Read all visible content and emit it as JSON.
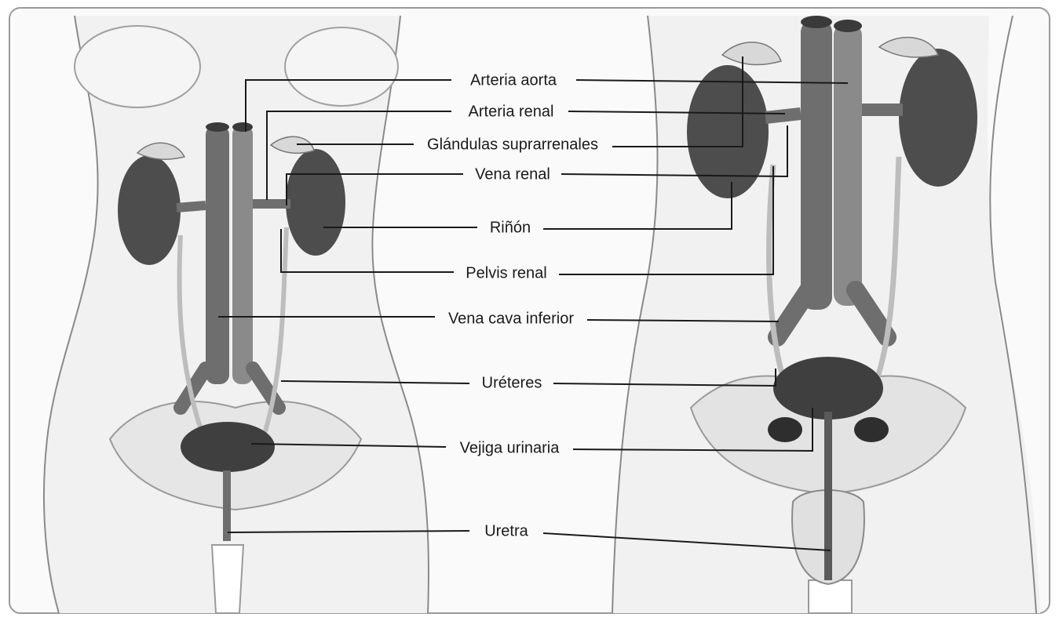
{
  "labels": [
    {
      "id": "arteria-aorta",
      "text": "Arteria aorta"
    },
    {
      "id": "arteria-renal",
      "text": "Arteria renal"
    },
    {
      "id": "glandulas-suprarrenales",
      "text": "Glándulas suprarrenales"
    },
    {
      "id": "vena-renal",
      "text": "Vena renal"
    },
    {
      "id": "rinon",
      "text": "Riñón"
    },
    {
      "id": "pelvis-renal",
      "text": "Pelvis renal"
    },
    {
      "id": "vena-cava-inferior",
      "text": "Vena cava inferior"
    },
    {
      "id": "ureteres",
      "text": "Uréteres"
    },
    {
      "id": "vejiga-urinaria",
      "text": "Vejiga urinaria"
    },
    {
      "id": "uretra",
      "text": "Uretra"
    }
  ],
  "colors": {
    "kidney": "#4d4d4d",
    "vessel": "#6e6e6e",
    "bladder": "#3f3f3f",
    "ink": "#1a1a1a",
    "skin": "#f1f1f1"
  }
}
